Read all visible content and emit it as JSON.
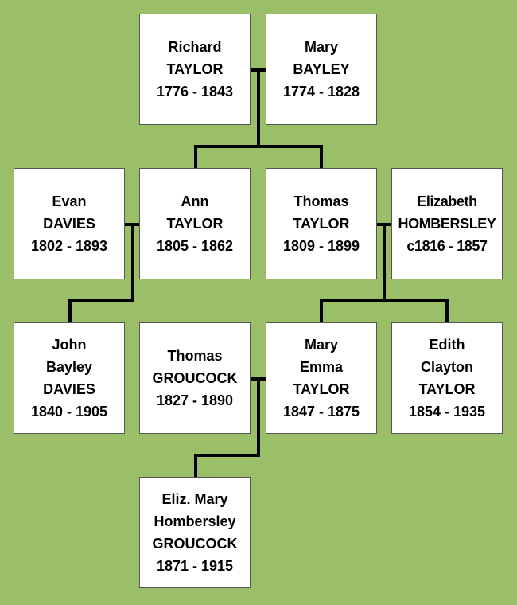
{
  "colors": {
    "background": "#9bbf69",
    "box": "#ffffff",
    "line": "#000000"
  },
  "people": {
    "richard": {
      "lines": [
        "Richard",
        "TAYLOR",
        "1776 - 1843"
      ]
    },
    "mary": {
      "lines": [
        "Mary",
        "BAYLEY",
        "1774 - 1828"
      ]
    },
    "evan": {
      "lines": [
        "Evan",
        "DAVIES",
        "1802 - 1893"
      ]
    },
    "ann": {
      "lines": [
        "Ann",
        "TAYLOR",
        "1805 - 1862"
      ]
    },
    "thomas_t": {
      "lines": [
        "Thomas",
        "TAYLOR",
        "1809 - 1899"
      ]
    },
    "elizabeth": {
      "lines": [
        "Elizabeth",
        "HOMBERSLEY",
        "c1816 - 1857"
      ]
    },
    "john": {
      "lines": [
        "John",
        "Bayley",
        "DAVIES",
        "1840 - 1905"
      ]
    },
    "thomas_g": {
      "lines": [
        "Thomas",
        "GROUCOCK",
        "1827 - 1890"
      ]
    },
    "maryemma": {
      "lines": [
        "Mary",
        "Emma",
        "TAYLOR",
        "1847 - 1875"
      ]
    },
    "edith": {
      "lines": [
        "Edith",
        "Clayton",
        "TAYLOR",
        "1854 - 1935"
      ]
    },
    "eliz": {
      "lines": [
        "Eliz. Mary",
        "Hombersley",
        "GROUCOCK",
        "1871 - 1915"
      ]
    }
  }
}
